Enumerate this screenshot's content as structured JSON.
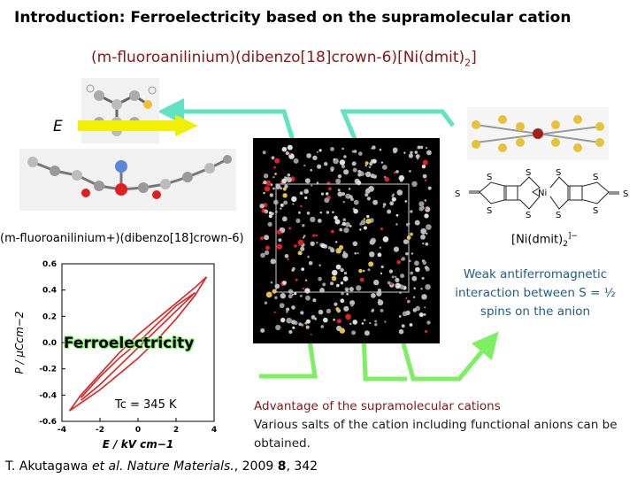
{
  "slide": {
    "title": "Introduction: Ferroelectricity based on the supramolecular cation",
    "subtitle_main": "(m-fluoroanilinium)(dibenzo[18]crown-6)[Ni(dmit)",
    "subtitle_sub": "2",
    "subtitle_end": "]"
  },
  "cation": {
    "field_label": "E",
    "caption": "(m-fluoroanilinium+)(dibenzo[18]crown-6)"
  },
  "anion": {
    "caption_main": "[Ni(dmit)",
    "caption_sub": "2",
    "caption_sup": "]−",
    "atom_s": "S",
    "atom_ni": "Ni",
    "magnetic_note": "Weak antiferromagnetic interaction between S = ½ spins on the anion"
  },
  "plot": {
    "ylabel": "P / μCcm−2",
    "xlabel": "E / kV cm−1",
    "ferro_label": "Ferroelectricity",
    "tc_label": "Tc = 345 K"
  },
  "advantage": {
    "line1": "Advantage of the supramolecular cations",
    "line2": "Various salts of the cation including functional anions can be obtained."
  },
  "reference": {
    "authors": "T. Akutagawa ",
    "etal": "et al.",
    "journal": " Nature Materials.",
    "year": ", 2009 ",
    "volume": "8",
    "pages": ", 342"
  },
  "colors": {
    "arrow_green": "#7cf060",
    "arrow_teal": "#5fe3c2",
    "field_arrow": "#f2f000",
    "loop_red": "#e02020"
  },
  "chart_data": {
    "type": "line",
    "xlabel": "E / kV cm−1",
    "ylabel": "P / μCcm−2",
    "xlim": [
      -4,
      4
    ],
    "ylim": [
      -0.6,
      0.6
    ],
    "xticks": [
      -4,
      -2,
      0,
      2,
      4
    ],
    "yticks": [
      -0.6,
      -0.4,
      -0.2,
      0.0,
      0.2,
      0.4,
      0.6
    ],
    "series": [
      {
        "x": [
          -3.6,
          -3.0,
          -2.0,
          -1.0,
          0.0,
          1.0,
          2.0,
          3.0,
          3.6
        ],
        "y": [
          -0.52,
          -0.46,
          -0.36,
          -0.24,
          -0.12,
          0.02,
          0.18,
          0.36,
          0.5
        ]
      },
      {
        "x": [
          3.6,
          3.0,
          2.0,
          1.0,
          0.0,
          -1.0,
          -2.0,
          -3.0,
          -3.6
        ],
        "y": [
          0.5,
          0.42,
          0.3,
          0.18,
          0.06,
          -0.08,
          -0.24,
          -0.4,
          -0.52
        ]
      },
      {
        "x": [
          -3.0,
          -2.0,
          -1.0,
          0.0,
          1.0,
          2.0,
          3.0
        ],
        "y": [
          -0.44,
          -0.32,
          -0.18,
          -0.04,
          0.1,
          0.24,
          0.38
        ]
      },
      {
        "x": [
          3.0,
          2.0,
          1.0,
          0.0,
          -1.0,
          -2.0,
          -3.0
        ],
        "y": [
          0.38,
          0.28,
          0.14,
          0.0,
          -0.12,
          -0.26,
          -0.42
        ]
      }
    ]
  }
}
